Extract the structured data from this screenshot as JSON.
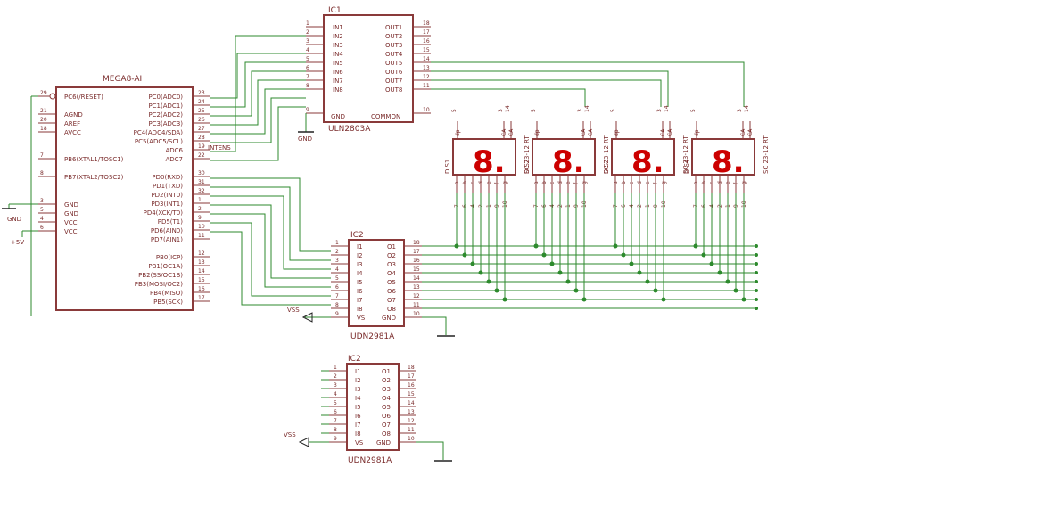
{
  "ic1": {
    "name": "IC1",
    "part": "ULN2803A",
    "in_labels": [
      "IN1",
      "IN2",
      "IN3",
      "IN4",
      "IN5",
      "IN6",
      "IN7",
      "IN8"
    ],
    "in_pins": [
      "1",
      "2",
      "3",
      "4",
      "5",
      "6",
      "7",
      "8"
    ],
    "out_labels": [
      "OUT1",
      "OUT2",
      "OUT3",
      "OUT4",
      "OUT5",
      "OUT6",
      "OUT7",
      "OUT8"
    ],
    "out_pins": [
      "18",
      "17",
      "16",
      "15",
      "14",
      "13",
      "12",
      "11"
    ],
    "gnd_label": "GND",
    "gnd_pin": "9",
    "common_label": "COMMON",
    "common_pin": "10"
  },
  "mcu": {
    "part": "MEGA8-AI",
    "left_labels": [
      "PC6(/RESET)",
      "AGND",
      "AREF",
      "AVCC",
      "PB6(XTAL1/TOSC1)",
      "PB7(XTAL2/TOSC2)",
      "GND",
      "GND",
      "VCC",
      "VCC"
    ],
    "left_pins": [
      "29",
      "21",
      "20",
      "18",
      "7",
      "8",
      "3",
      "5",
      "4",
      "6"
    ],
    "right_labels": [
      "PC0(ADC0)",
      "PC1(ADC1)",
      "PC2(ADC2)",
      "PC3(ADC3)",
      "PC4(ADC4/SDA)",
      "PC5(ADC5/SCL)",
      "ADC6",
      "ADC7",
      "PD0(RXD)",
      "PD1(TXD)",
      "PD2(INT0)",
      "PD3(INT1)",
      "PD4(XCK/T0)",
      "PD5(T1)",
      "PD6(AIN0)",
      "PD7(AIN1)",
      "PB0(ICP)",
      "PB1(OC1A)",
      "PB2(SS/OC1B)",
      "PB3(MOSI/OC2)",
      "PB4(MISO)",
      "PB5(SCK)"
    ],
    "right_pins": [
      "23",
      "24",
      "25",
      "26",
      "27",
      "28",
      "19",
      "22",
      "30",
      "31",
      "32",
      "1",
      "2",
      "9",
      "10",
      "11",
      "12",
      "13",
      "14",
      "15",
      "16",
      "17"
    ],
    "intens_label": "INTENS"
  },
  "power": {
    "gnd": "GND",
    "vcc": "+5V",
    "vss": "VSS"
  },
  "displays": [
    {
      "name": "DIS1",
      "part": "SC 23-12 RT"
    },
    {
      "name": "DIS2",
      "part": "SC 23-12 RT"
    },
    {
      "name": "DIS3",
      "part": "SC 23-12 RT"
    },
    {
      "name": "DIS4",
      "part": "SC 23-12 RT"
    }
  ],
  "display_top_pins": {
    "labels": [
      "dp",
      "CA",
      "CA"
    ],
    "numbers": [
      "5",
      "3",
      "14"
    ]
  },
  "display_bottom_pins": {
    "labels": [
      "a",
      "b",
      "c",
      "d",
      "e",
      "f",
      "g"
    ],
    "numbers": [
      "7",
      "6",
      "4",
      "2",
      "1",
      "9",
      "10"
    ]
  },
  "display_digit": "8.",
  "ic2": {
    "name": "IC2",
    "part": "UDN2981A",
    "in_labels": [
      "I1",
      "I2",
      "I3",
      "I4",
      "I5",
      "I6",
      "I7",
      "I8",
      "VS"
    ],
    "in_pins": [
      "1",
      "2",
      "3",
      "4",
      "5",
      "6",
      "7",
      "8",
      "9"
    ],
    "out_labels": [
      "O1",
      "O2",
      "O3",
      "O4",
      "O5",
      "O6",
      "O7",
      "O8",
      "GND"
    ],
    "out_pins": [
      "18",
      "17",
      "16",
      "15",
      "14",
      "13",
      "12",
      "11",
      "10"
    ]
  },
  "gnd_symbol_label": "GND"
}
